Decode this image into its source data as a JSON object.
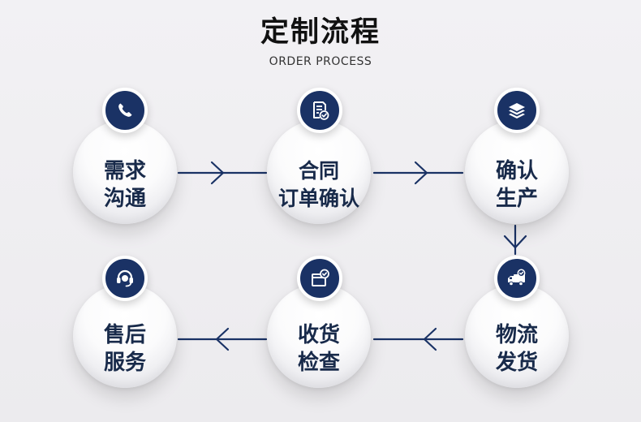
{
  "header": {
    "title": "定制流程",
    "subtitle": "ORDER PROCESS"
  },
  "colors": {
    "accent": "#1a3265",
    "text": "#182a4a",
    "background": "#efeef1",
    "connector": "#1a3265"
  },
  "steps": [
    {
      "line1": "需求",
      "line2": "沟通",
      "icon": "phone-icon"
    },
    {
      "line1": "合同",
      "line2": "订单确认",
      "icon": "contract-check-icon"
    },
    {
      "line1": "确认",
      "line2": "生产",
      "icon": "layers-icon"
    },
    {
      "line1": "物流",
      "line2": "发货",
      "icon": "delivery-truck-icon"
    },
    {
      "line1": "收货",
      "line2": "检查",
      "icon": "package-check-icon"
    },
    {
      "line1": "售后",
      "line2": "服务",
      "icon": "headset-icon"
    }
  ]
}
